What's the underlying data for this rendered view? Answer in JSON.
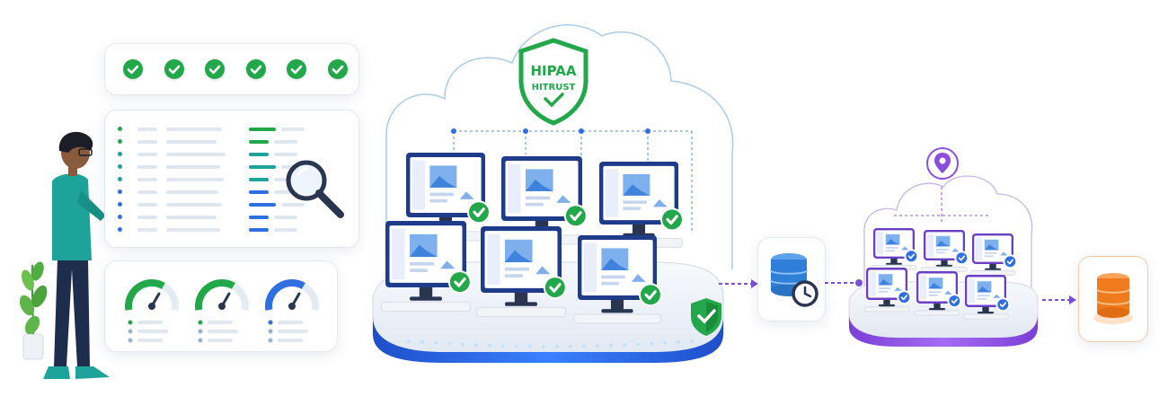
{
  "compliance_badge": {
    "line1": "HIPAA",
    "line2": "HITRUST",
    "color": "#22a84a"
  },
  "colors": {
    "check_green": "#22a84a",
    "platform_blue": "#2f6fe0",
    "platform_purple": "#8b4fe0",
    "db_blue": "#2f7fd8",
    "db_orange": "#f07a1e",
    "person_shirt": "#1ea39a"
  },
  "checklist": {
    "count": 6,
    "icon": "check-circle-icon"
  },
  "monitoring_list": {
    "rows": 9,
    "icon": "magnifying-glass-icon",
    "accent_colors": [
      "#22a84a",
      "#1ea39a",
      "#2f6fe0"
    ]
  },
  "gauges": [
    {
      "icon": "gauge-icon",
      "color": "#22a84a",
      "level": 0.65
    },
    {
      "icon": "gauge-icon",
      "color": "#22a84a",
      "level": 0.65
    },
    {
      "icon": "gauge-icon",
      "color": "#2f6fe0",
      "level": 0.65
    }
  ],
  "primary_cloud": {
    "monitors": 6,
    "icon": "shield-check-icon"
  },
  "backup_db": {
    "icon": "database-clock-icon"
  },
  "dr_site": {
    "monitors": 6,
    "icon": "location-pin-icon"
  },
  "archive_db": {
    "icon": "database-icon"
  }
}
